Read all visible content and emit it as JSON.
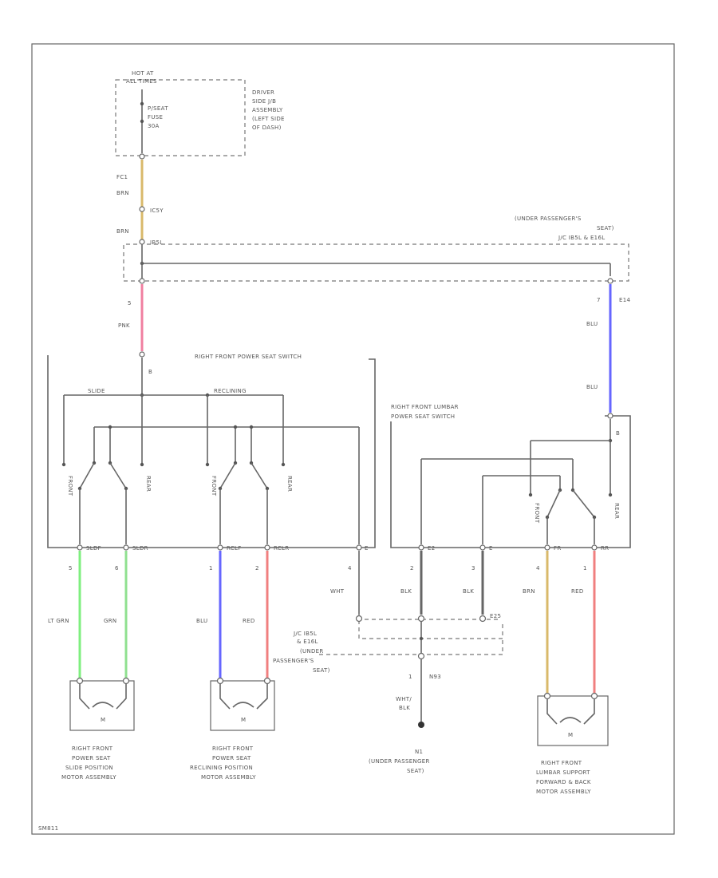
{
  "colors": {
    "frame": "#666666",
    "wire_brn": "#d9b96a",
    "wire_pnk": "#f07fa0",
    "wire_blu": "#6666ff",
    "wire_red": "#f07f7f",
    "wire_ltgrn": "#7fef7f",
    "wire_grn": "#8fe08f",
    "wire_blk": "#666666"
  },
  "fuse": {
    "line1": "HOT AT",
    "line2": "ALL TIMES",
    "fuse_line1": "P/SEAT",
    "fuse_line2": "FUSE",
    "fuse_line3": "30A",
    "jb_line1": "DRIVER",
    "jb_line2": "SIDE J/B",
    "jb_line3": "ASSEMBLY",
    "jb_line4": "(LEFT SIDE",
    "jb_line5": "OF DASH)",
    "pin": "FC1",
    "wire": "BRN"
  },
  "connectors": {
    "c1": "IC5Y",
    "wire2": "BRN",
    "c2": "IB5L",
    "jc_label1": "(UNDER PASSENGER'S",
    "jc_label2": "SEAT)",
    "jc_label3": "J/C IB5L & E16L",
    "pin_left": "5",
    "wire_pnk": "PNK",
    "pin_right": "7",
    "conn_right": "E14",
    "wire_blu1": "BLU",
    "wire_blu2": "BLU"
  },
  "seat_switch": {
    "title": "RIGHT FRONT POWER SEAT SWITCH",
    "pin_top": "B",
    "slide": "SLIDE",
    "reclining": "RECLINING",
    "front1": "FRONT",
    "rear1": "REAR",
    "front2": "FRONT",
    "rear2": "REAR",
    "p1": "SLDF",
    "p2": "SLDR",
    "p3": "RCLF",
    "p4": "RCLR",
    "p5": "E"
  },
  "lumbar_switch": {
    "title1": "RIGHT FRONT LUMBAR",
    "title2": "POWER SEAT SWITCH",
    "pin_b": "B",
    "front": "FRONT",
    "rear": "REAR",
    "p1": "E2",
    "p2": "E",
    "p3": "FR",
    "p4": "RR"
  },
  "wires_bottom": {
    "n1": "5",
    "n2": "6",
    "n3": "1",
    "n4": "2",
    "n5": "4",
    "n6": "2",
    "n7": "3",
    "n8": "4",
    "n9": "1",
    "c1": "LT GRN",
    "c2": "GRN",
    "c3": "BLU",
    "c4": "RED",
    "c5": "WHT",
    "c6": "BLK",
    "c7": "BLK",
    "c8": "BRN",
    "c9": "RED"
  },
  "ground_jc": {
    "label1": "J/C IB5L",
    "label2": "& E16L",
    "label3": "(UNDER",
    "label4": "PASSENGER'S",
    "label5": "SEAT)",
    "conn": "E25",
    "pin": "1",
    "pin_conn": "N93",
    "wire1": "WHT/",
    "wire2": "BLK",
    "gnd": "N1",
    "gnd_label1": "(UNDER PASSENGER",
    "gnd_label2": "SEAT)"
  },
  "motors": {
    "m": "M",
    "m1_line1": "RIGHT FRONT",
    "m1_line2": "POWER SEAT",
    "m1_line3": "SLIDE POSITION",
    "m1_line4": "MOTOR ASSEMBLY",
    "m2_line1": "RIGHT FRONT",
    "m2_line2": "POWER SEAT",
    "m2_line3": "RECLINING POSITION",
    "m2_line4": "MOTOR ASSEMBLY",
    "m3_line1": "RIGHT FRONT",
    "m3_line2": "LUMBAR SUPPORT",
    "m3_line3": "FORWARD & BACK",
    "m3_line4": "MOTOR ASSEMBLY"
  },
  "footer": {
    "code": "SM811"
  }
}
